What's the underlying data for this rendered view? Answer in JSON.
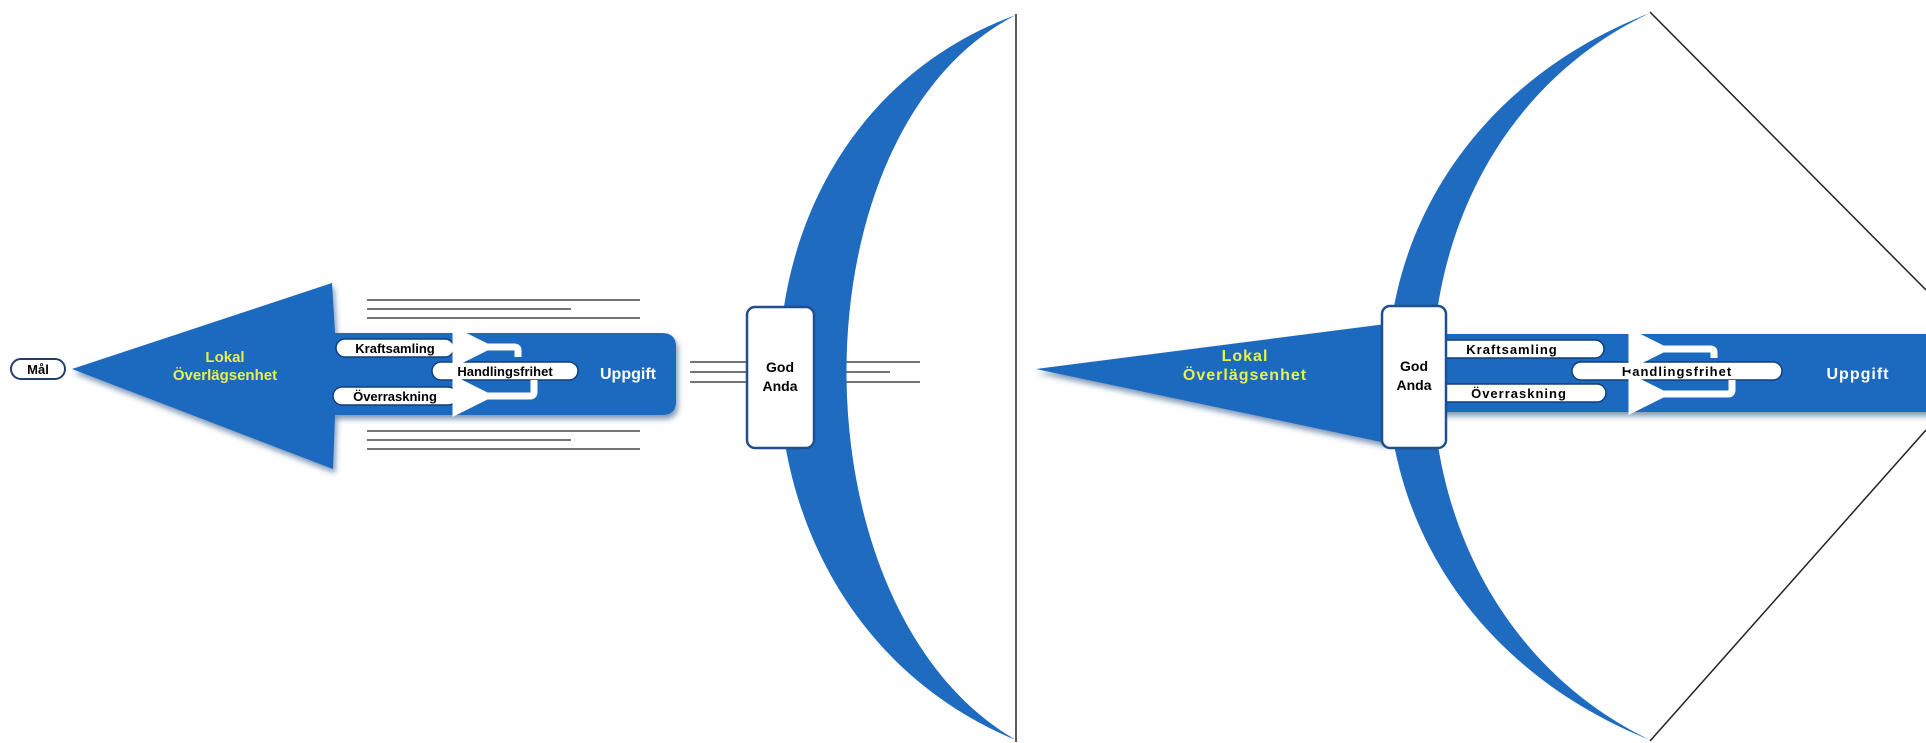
{
  "colors": {
    "arrow": "#1f6bbf",
    "arrow_shadow": "#0e3f78",
    "head_text": "#e8f04a",
    "tail_text": "#ffffff",
    "outline": "#000000",
    "bow_line": "#222222"
  },
  "left_diagram": {
    "goal_label": "Mål",
    "head_label_line1": "Lokal",
    "head_label_line2": "Överlägsenhet",
    "pill_top": "Kraftsamling",
    "pill_middle": "Handlingsfrihet",
    "pill_bottom": "Överraskning",
    "tail_label": "Uppgift",
    "grip_line1": "God",
    "grip_line2": "Anda"
  },
  "right_diagram": {
    "head_label_line1": "Lokal",
    "head_label_line2": "Överlägsenhet",
    "pill_top": "Kraftsamling",
    "pill_middle": "Handlingsfrihet",
    "pill_bottom": "Överraskning",
    "tail_label": "Uppgift",
    "grip_line1": "God",
    "grip_line2": "Anda"
  }
}
